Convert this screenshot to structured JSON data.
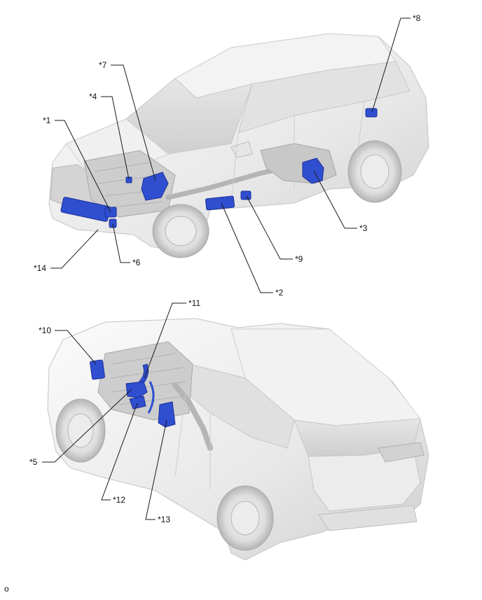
{
  "figure": {
    "footer": "o",
    "colors": {
      "component": "#2f4fd0",
      "component_dark": "#1c2f99",
      "body_light": "#f2f2f2",
      "body_mid": "#dcdcdc",
      "body_dark": "#b9b9b9",
      "line": "#1a1a1a"
    },
    "top_view_labels": {
      "c1": "*1",
      "c2": "*2",
      "c3": "*3",
      "c4": "*4",
      "c6": "*6",
      "c7": "*7",
      "c8": "*8",
      "c9": "*9",
      "c14": "*14"
    },
    "bottom_view_labels": {
      "c5": "*5",
      "c10": "*10",
      "c11": "*11",
      "c12": "*12",
      "c13": "*13"
    }
  }
}
